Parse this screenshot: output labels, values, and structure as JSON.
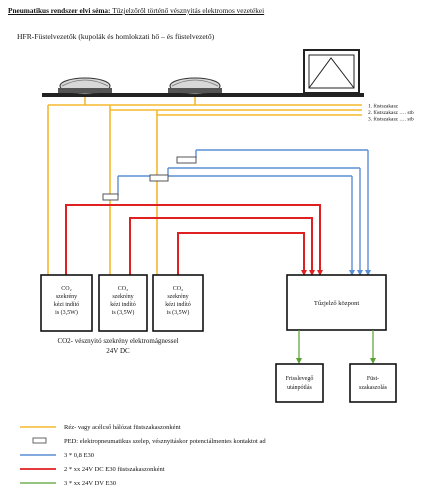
{
  "header": {
    "title_bold": "Pneumatikus rendszer elvi séma:",
    "title_rest": " Tűzjelzőről történő vésznyitás elektromos vezetékei",
    "subtitle": "HFR-Füstelvezetők (kupolák és homlokzati hő – és füstelvezető)"
  },
  "section_labels": [
    "1. füstszakasz",
    "2. füstszakasz …. stb",
    "3. füstszakasz …. stb"
  ],
  "co2_cabinets": [
    {
      "lines": [
        "CO₂",
        "szekrény",
        "kézi indító",
        "is (3,5W)"
      ]
    },
    {
      "lines": [
        "CO₂",
        "szekrény",
        "kézi indító",
        "is (3,5W)"
      ]
    },
    {
      "lines": [
        "CO₂",
        "szekrény",
        "kézi indító",
        "is (3,5W)"
      ]
    }
  ],
  "co2_caption": {
    "line1": "CO2- vésznyitó szekrény elektromágnessel",
    "line2": "24V DC"
  },
  "control_panel": {
    "label": "Tűzjelző központ"
  },
  "output_boxes": [
    {
      "line1": "Frisslevegő",
      "line2": "utánpótlás"
    },
    {
      "line1": "Füst-",
      "line2": "szakaszolás"
    }
  ],
  "legend": [
    {
      "label": "Réz- vagy acélcső hálózat füstszakaszonként",
      "color": "#f5b82e",
      "kind": "line"
    },
    {
      "label": "PED: elektropneumatikus szelep, vésznyitáskor potenciálmentes kontaktot ad",
      "kind": "box"
    },
    {
      "label": "3 * 0,8 E30",
      "color": "#5b8fd6",
      "kind": "line"
    },
    {
      "label": "2 * xx 24V DC E30 füstszakaszonként",
      "color": "#e02020",
      "kind": "line"
    },
    {
      "label": "3 * xx 24V DV E30",
      "color": "#55a030",
      "kind": "line"
    }
  ]
}
